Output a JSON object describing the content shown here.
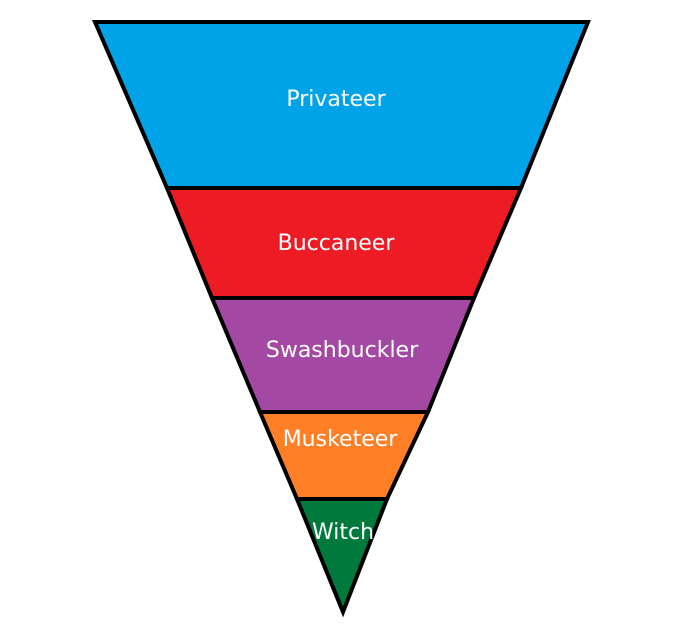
{
  "layers": [
    {
      "label": "Privateer",
      "color": "#00a2e8"
    },
    {
      "label": "Buccaneer",
      "color": "#ed1c24"
    },
    {
      "label": "Swashbuckler",
      "color": "#a349a4"
    },
    {
      "label": "Musketeer",
      "color": "#ff7f27"
    },
    {
      "label": "Witch",
      "color": "#00793d"
    }
  ]
}
